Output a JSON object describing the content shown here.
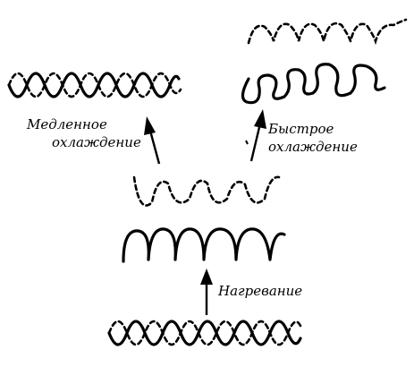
{
  "labels": {
    "slow_line1": "Медленное",
    "slow_line2": "охлаждение",
    "fast_line1": "Быстрое",
    "fast_line2": "охлаждение",
    "heating": "Нагревание"
  },
  "colors": {
    "ink": "#000000",
    "background": "#ffffff"
  }
}
